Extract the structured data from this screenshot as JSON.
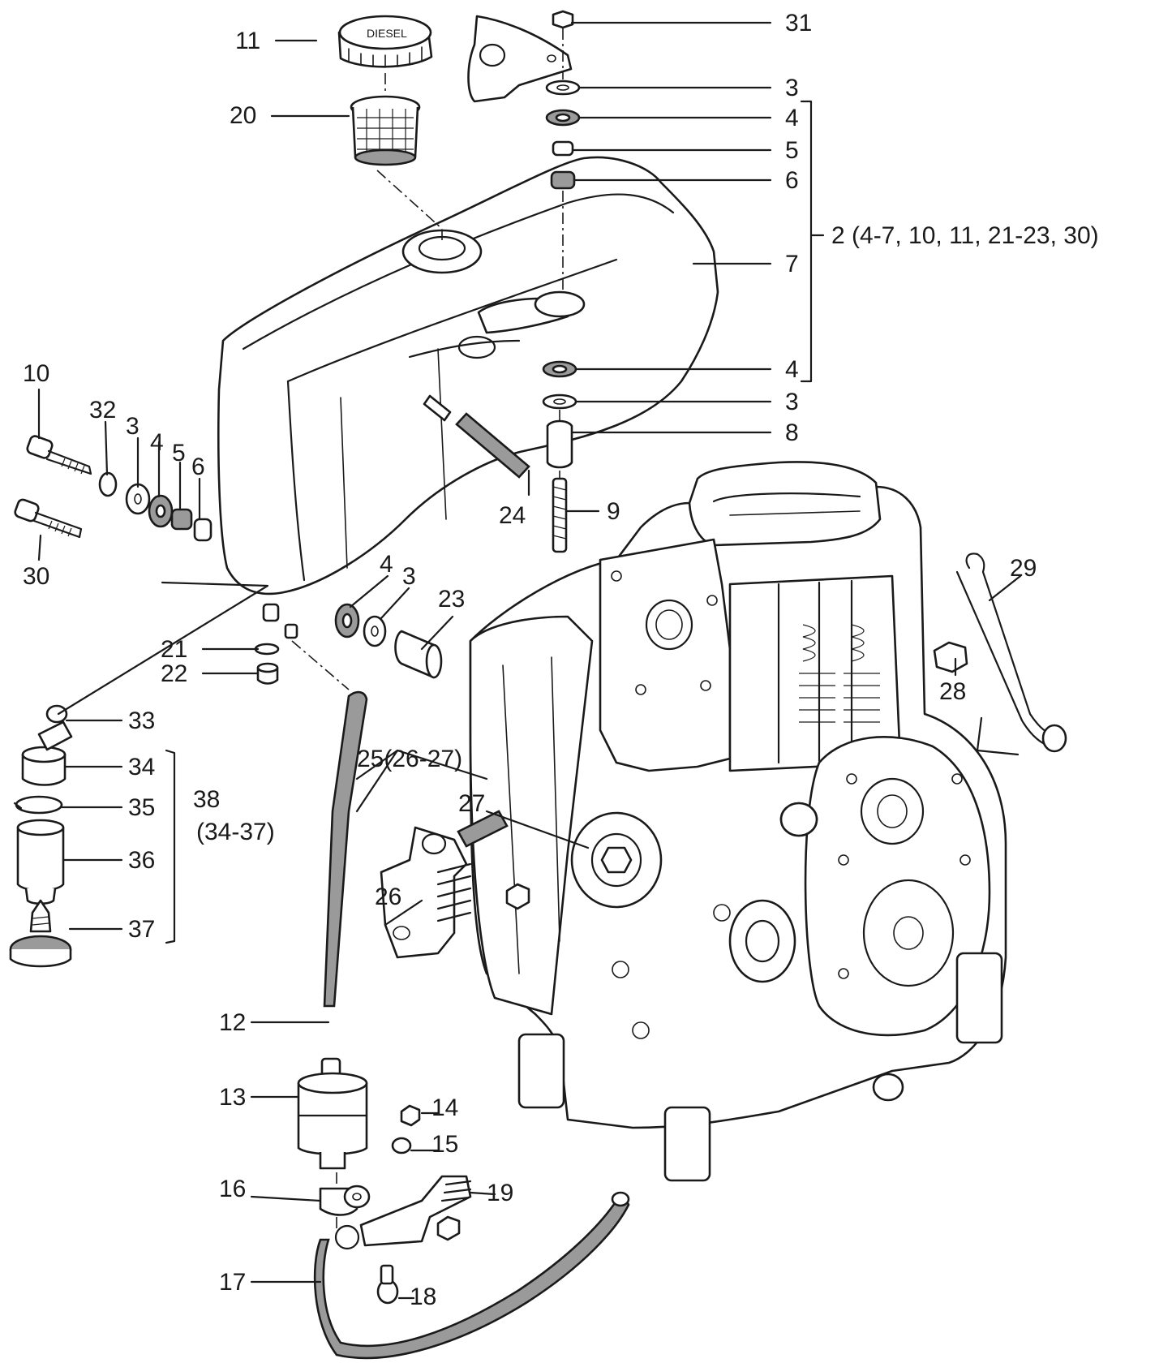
{
  "labels": {
    "l11": "11",
    "l20": "20",
    "l31": "31",
    "l3a": "3",
    "l4a": "4",
    "l5": "5",
    "l6": "6",
    "l2": "2 (4-7, 10, 11, 21-23, 30)",
    "l7": "7",
    "l4b": "4",
    "l3b": "3",
    "l8": "8",
    "l24": "24",
    "l9": "9",
    "l10": "10",
    "l32": "32",
    "l3c": "3",
    "l4c": "4",
    "l5b": "5",
    "l6b": "6",
    "l30": "30",
    "l4d": "4",
    "l3d": "3",
    "l23": "23",
    "l21": "21",
    "l22": "22",
    "l29": "29",
    "l28": "28",
    "l33": "33",
    "l34": "34",
    "l35": "35",
    "l38": "38",
    "l38sub": "(34-37)",
    "l36": "36",
    "l37": "37",
    "l25": "25(26-27)",
    "l27": "27",
    "l26": "26",
    "l12": "12",
    "l13": "13",
    "l14": "14",
    "l15": "15",
    "l16": "16",
    "l19": "19",
    "l17": "17",
    "l18": "18"
  },
  "cap_text": "DIESEL"
}
